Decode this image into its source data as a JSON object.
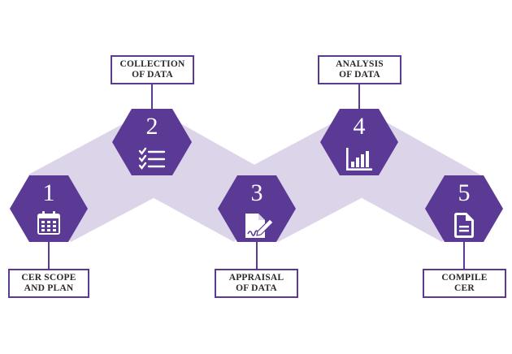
{
  "colors": {
    "hexagon": "#5b3a96",
    "band": "#dcd5ea",
    "band_overlap": "#cbc0e0",
    "box_border": "#5b3a96",
    "icon": "#ffffff"
  },
  "steps": [
    {
      "number": "1",
      "label_line1": "CER SCOPE",
      "label_line2": "AND PLAN",
      "icon": "calendar-icon"
    },
    {
      "number": "2",
      "label_line1": "COLLECTION",
      "label_line2": "OF DATA",
      "icon": "checklist-icon"
    },
    {
      "number": "3",
      "label_line1": "APPRAISAL",
      "label_line2": "OF DATA",
      "icon": "document-pen-icon"
    },
    {
      "number": "4",
      "label_line1": "ANALYSIS",
      "label_line2": "OF DATA",
      "icon": "bar-chart-icon"
    },
    {
      "number": "5",
      "label_line1": "COMPILE",
      "label_line2": "CER",
      "icon": "document-icon"
    }
  ]
}
